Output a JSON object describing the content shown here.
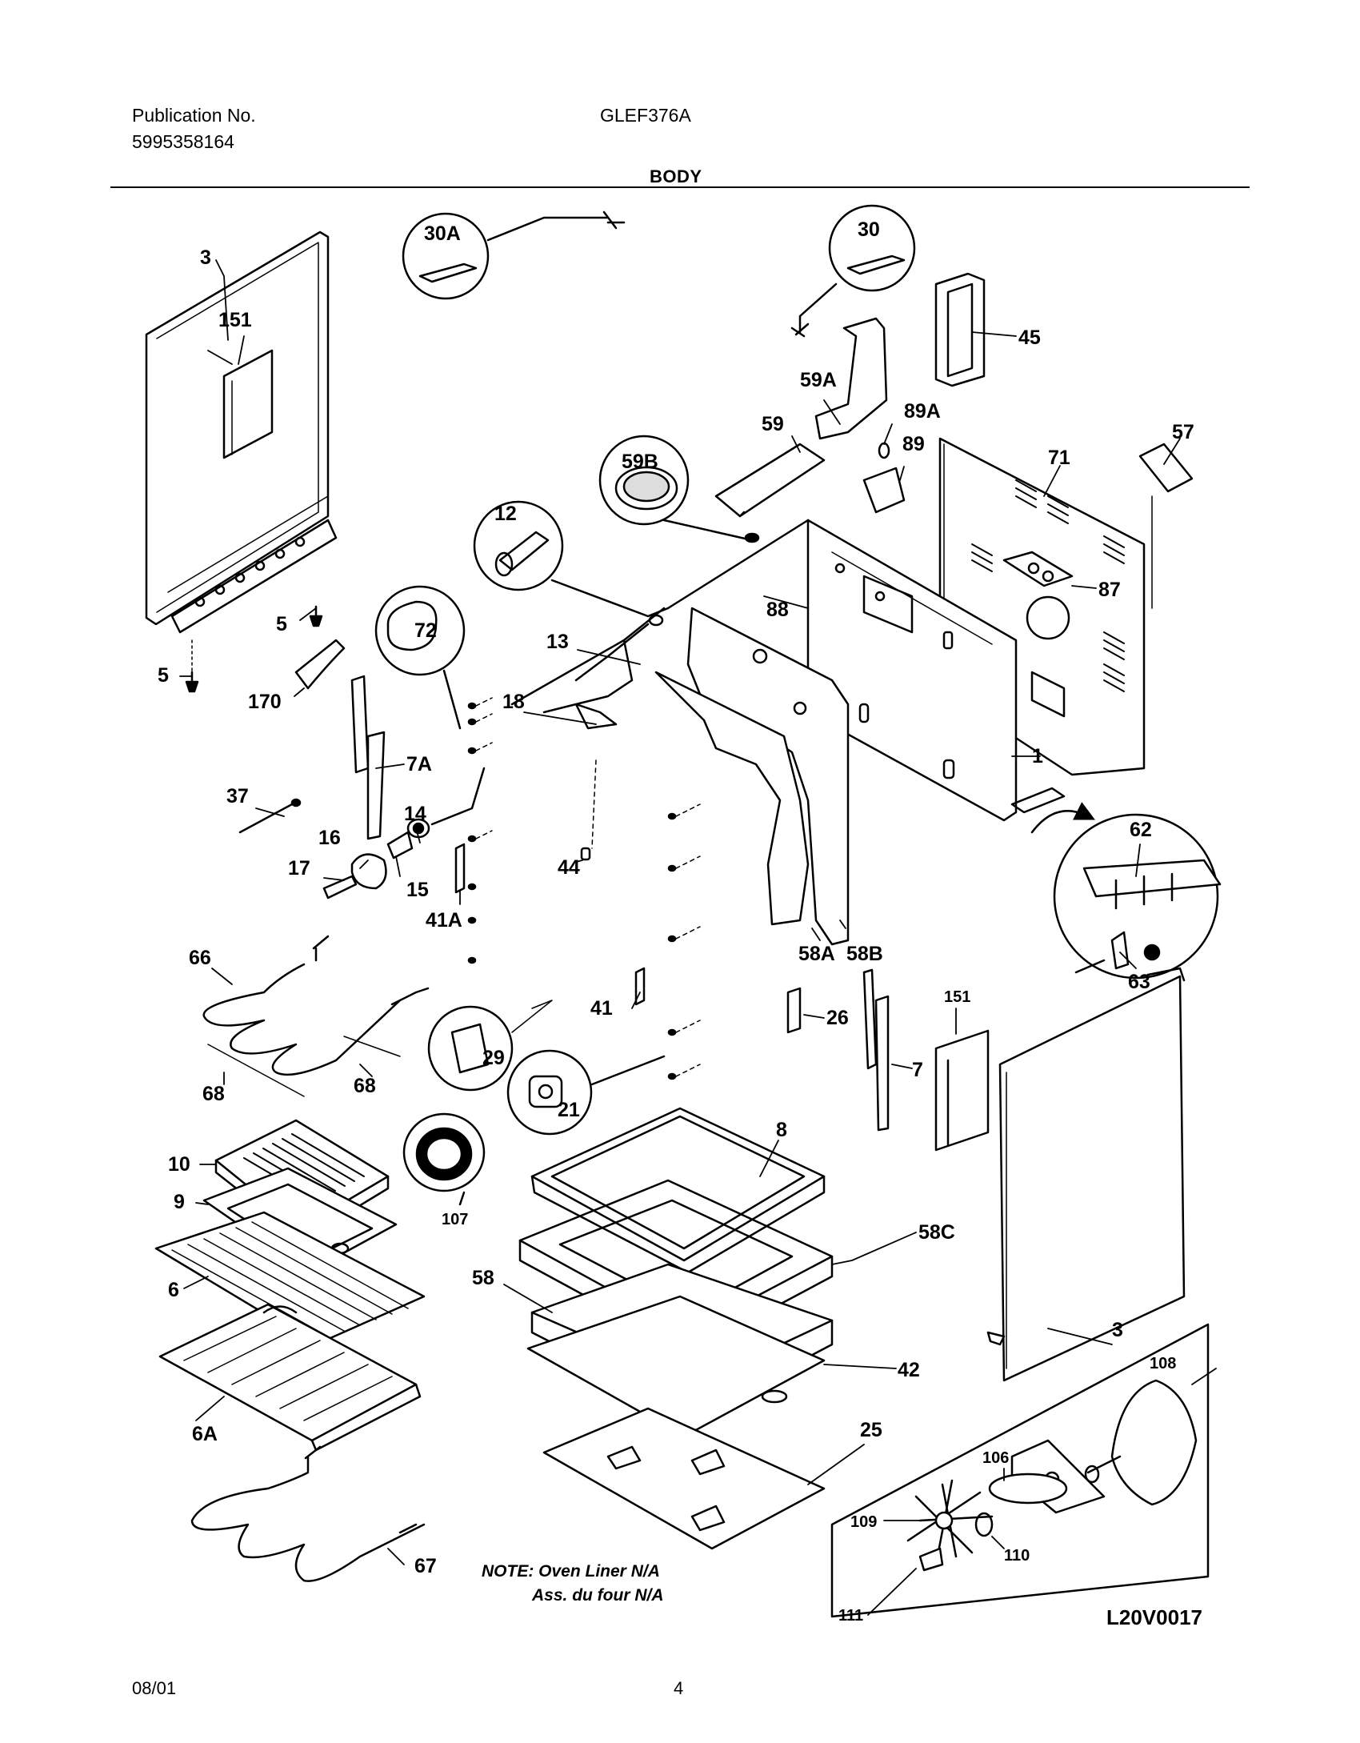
{
  "header": {
    "publication_label": "Publication No.",
    "publication_number": "5995358164",
    "model": "GLEF376A",
    "section_title": "BODY"
  },
  "diagram": {
    "labels": {
      "p3": "3",
      "p151": "151",
      "p5a": "5",
      "p5b": "5",
      "p170": "170",
      "p30A": "30A",
      "p30": "30",
      "p45": "45",
      "p59A": "59A",
      "p89A": "89A",
      "p59": "59",
      "p59B": "59B",
      "p89": "89",
      "p71": "71",
      "p57": "57",
      "p12": "12",
      "p87": "87",
      "p88": "88",
      "p72": "72",
      "p13": "13",
      "p18": "18",
      "p7A": "7A",
      "p1": "1",
      "p37": "37",
      "p14": "14",
      "p16": "16",
      "p17": "17",
      "p15": "15",
      "p44": "44",
      "p41A": "41A",
      "p58A": "58A",
      "p58B": "58B",
      "p62": "62",
      "p63": "63",
      "p66": "66",
      "p29": "29",
      "p41": "41",
      "p26": "26",
      "p151b": "151",
      "p7": "7",
      "p68a": "68",
      "p68b": "68",
      "p21": "21",
      "p8": "8",
      "p10": "10",
      "p9": "9",
      "p107": "107",
      "p58C": "58C",
      "p58": "58",
      "p6": "6",
      "p3b": "3",
      "p108": "108",
      "p42": "42",
      "p6A": "6A",
      "p25": "25",
      "p106": "106",
      "p109": "109",
      "p110": "110",
      "p67": "67",
      "p111": "111"
    },
    "note_line1": "NOTE: Oven Liner N/A",
    "note_line2": "Ass. du four N/A",
    "drawing_code": "L20V0017"
  },
  "footer": {
    "date": "08/01",
    "page": "4"
  }
}
